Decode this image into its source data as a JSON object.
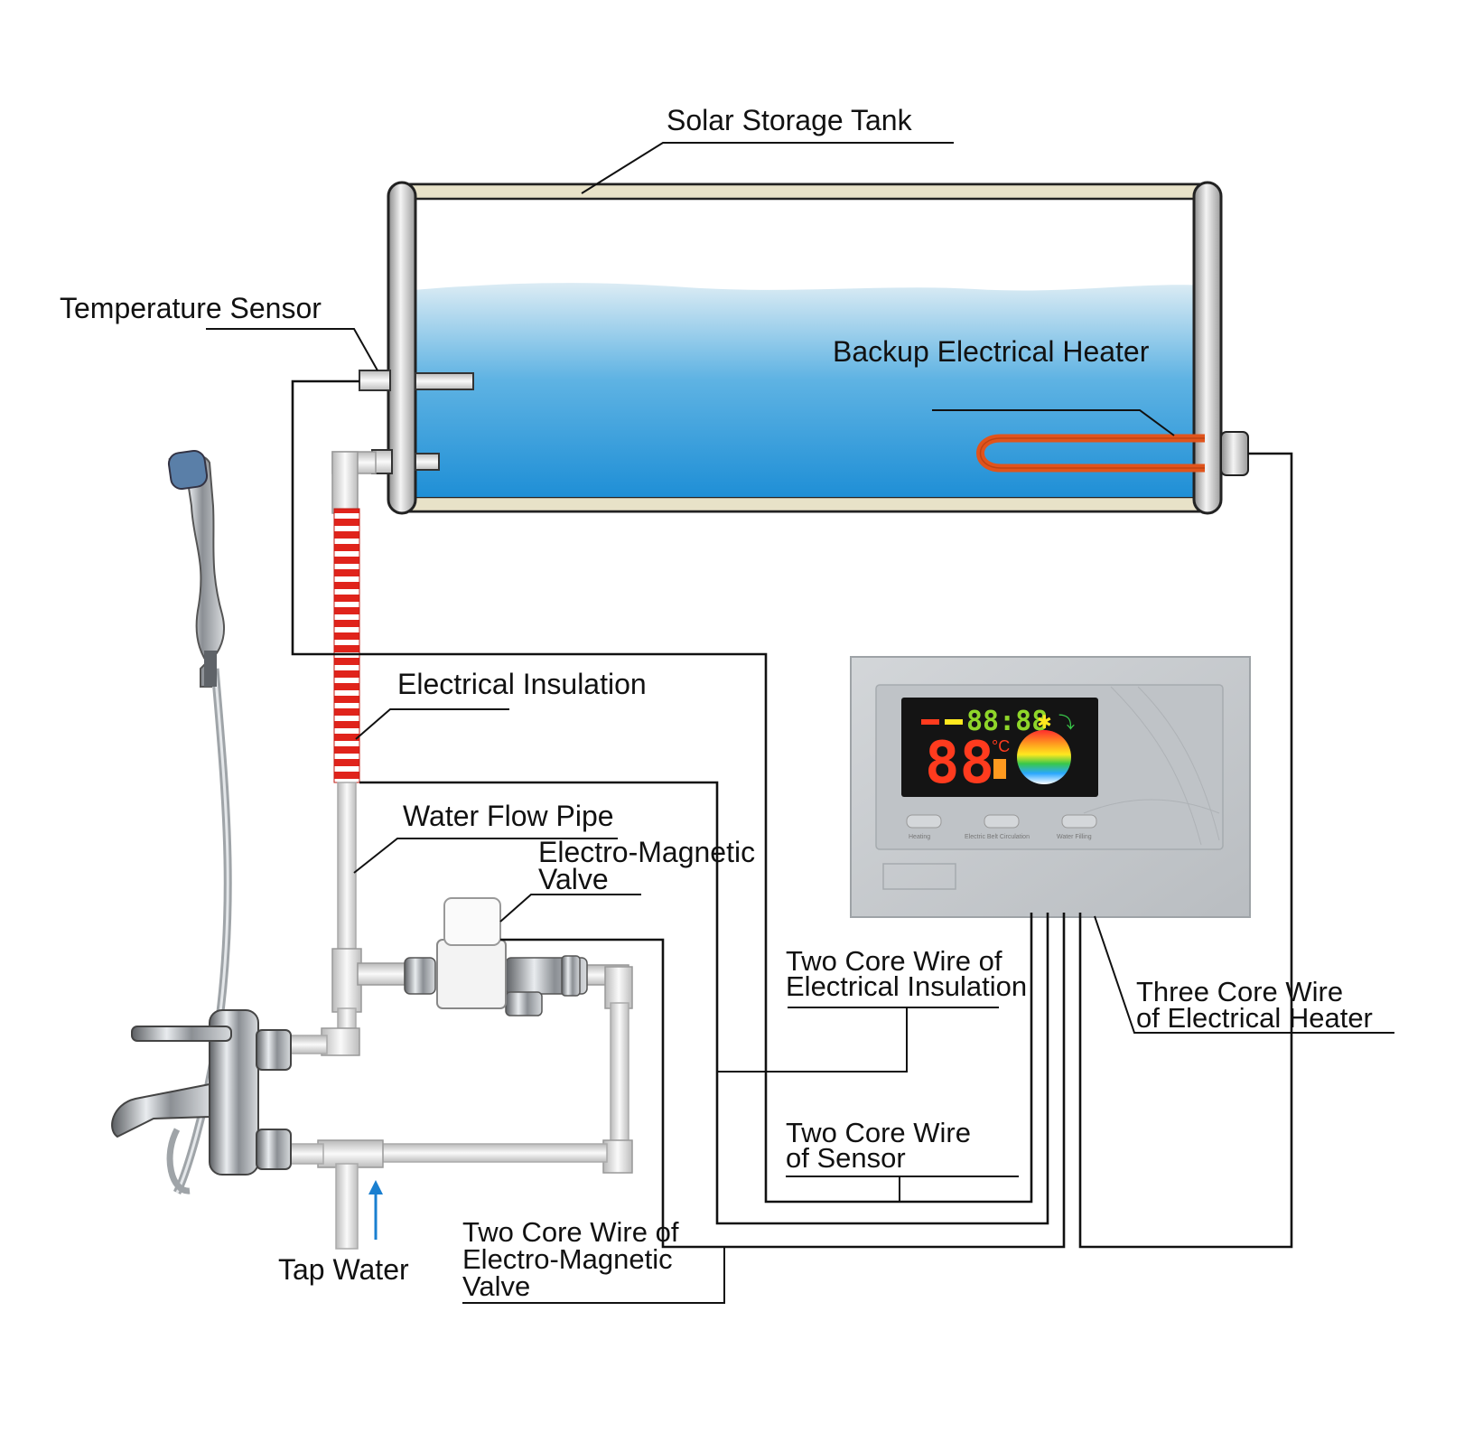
{
  "labels": {
    "solar_storage_tank": "Solar Storage Tank",
    "temperature_sensor": "Temperature Sensor",
    "backup_electrical_heater": "Backup Electrical Heater",
    "electrical_insulation": "Electrical Insulation",
    "water_flow_pipe": "Water Flow Pipe",
    "electro_magnetic_valve_line1": "Electro-Magnetic",
    "electro_magnetic_valve_line2": "Valve",
    "two_core_wire_insulation_line1": "Two Core Wire of",
    "two_core_wire_insulation_line2": "Electrical Insulation",
    "three_core_wire_line1": "Three Core Wire",
    "three_core_wire_line2": "of Electrical Heater",
    "two_core_wire_sensor_line1": "Two Core Wire",
    "two_core_wire_sensor_line2": "of Sensor",
    "two_core_wire_valve_line1": "Two Core Wire of",
    "two_core_wire_valve_line2": "Electro-Magnetic",
    "two_core_wire_valve_line3": "Valve",
    "tap_water": "Tap Water"
  },
  "controller": {
    "display_top": "88:88",
    "display_temp": "88",
    "temp_unit": "°C",
    "buttons": [
      "Heating",
      "Electric Belt Circulation",
      "Water Filling"
    ]
  },
  "colors": {
    "water_top": "#dcecf4",
    "water_bottom": "#1f8fd6",
    "heater": "#e0541c",
    "insulation_red": "#e0231b",
    "tank_rail": "#e8e2c8",
    "flow_arrow": "#1a7fd0",
    "controller_body": "#c9cccf",
    "lcd_bg": "#141414",
    "digit_red": "#ff3b1e",
    "digit_green": "#8fd62a"
  }
}
